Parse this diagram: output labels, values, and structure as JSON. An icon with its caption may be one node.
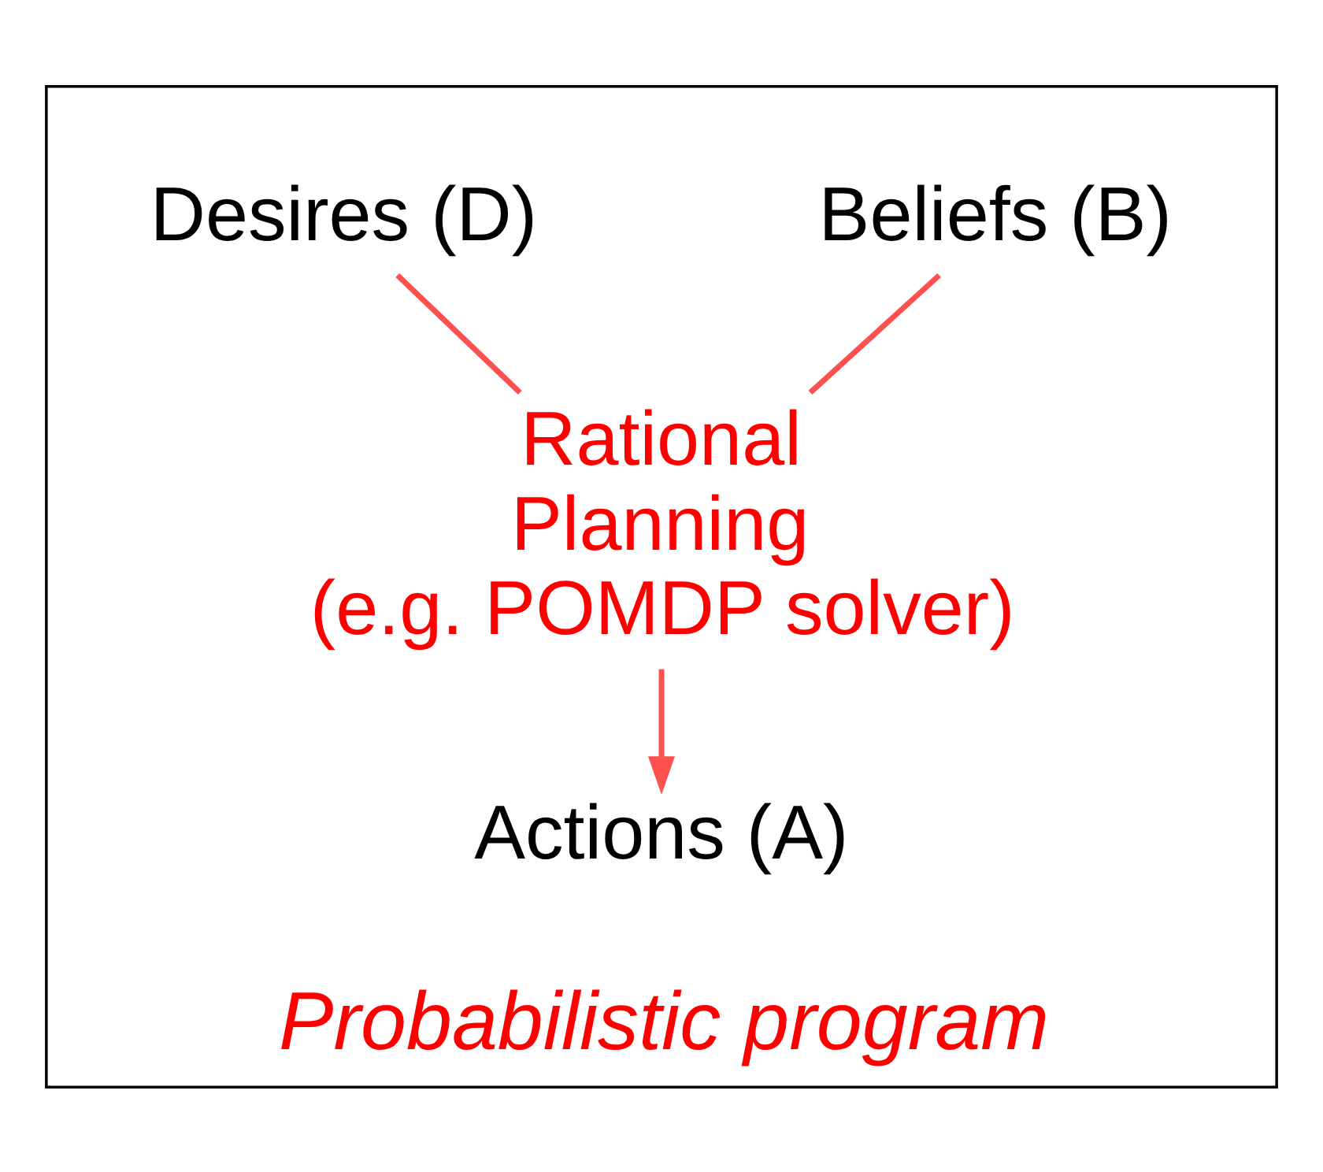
{
  "diagram": {
    "nodes": [
      {
        "text": [
          "Probabilistic program"
        ]
      },
      {
        "text": [
          "Beliefs (B)"
        ],
        "in": 0
      },
      {
        "text": [
          "Desires (D)"
        ],
        "in": 0
      },
      {
        "text": [
          "Rational Planning (e.g. POMDP solver)"
        ],
        "in": 0
      },
      {
        "text": [
          "Actions (A)"
        ],
        "in": 0
      }
    ],
    "edges": [
      {
        "from": 1,
        "to": 3,
        "arrow": "none"
      },
      {
        "from": 2,
        "to": 3,
        "arrow": "none"
      },
      {
        "from": 3,
        "to": 4,
        "arrow": "to"
      }
    ]
  }
}
